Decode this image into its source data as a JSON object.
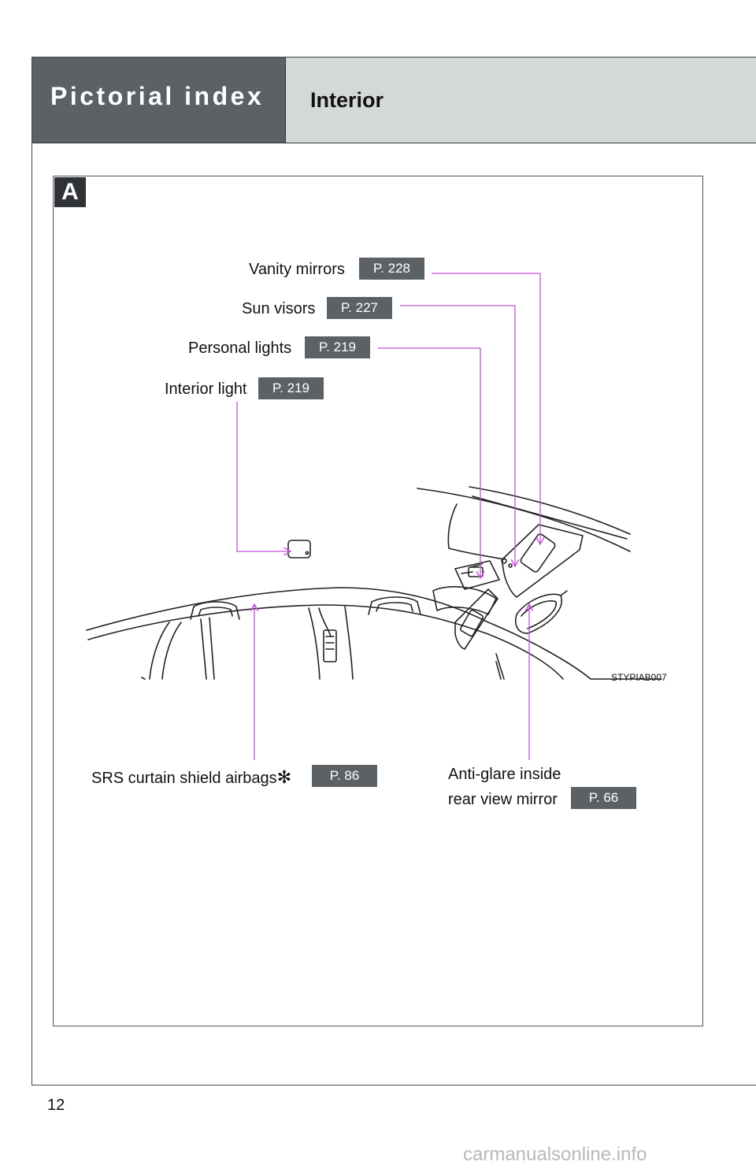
{
  "header": {
    "section_title": "Pictorial index",
    "subsection_title": "Interior"
  },
  "panel": {
    "badge": "A",
    "figure_code": "STYPIAB007"
  },
  "callouts": {
    "vanity_mirrors": {
      "label": "Vanity mirrors",
      "page": "P. 228"
    },
    "sun_visors": {
      "label": "Sun visors",
      "page": "P. 227"
    },
    "personal_lights": {
      "label": "Personal lights",
      "page": "P. 219"
    },
    "interior_light": {
      "label": "Interior light",
      "page": "P. 219"
    },
    "srs_airbags": {
      "label": "SRS curtain shield airbags",
      "marker": "✻",
      "page": "P. 86"
    },
    "mirror": {
      "label_line1": "Anti-glare inside",
      "label_line2": "rear view mirror",
      "page": "P. 66"
    }
  },
  "colors": {
    "header_dark": "#5c6166",
    "header_light": "#d4d8d8",
    "leader_line": "#c451d8",
    "page_ref_bg": "#5c6166"
  },
  "footer": {
    "page_number": "12",
    "watermark": "carmanualsonline.info"
  }
}
